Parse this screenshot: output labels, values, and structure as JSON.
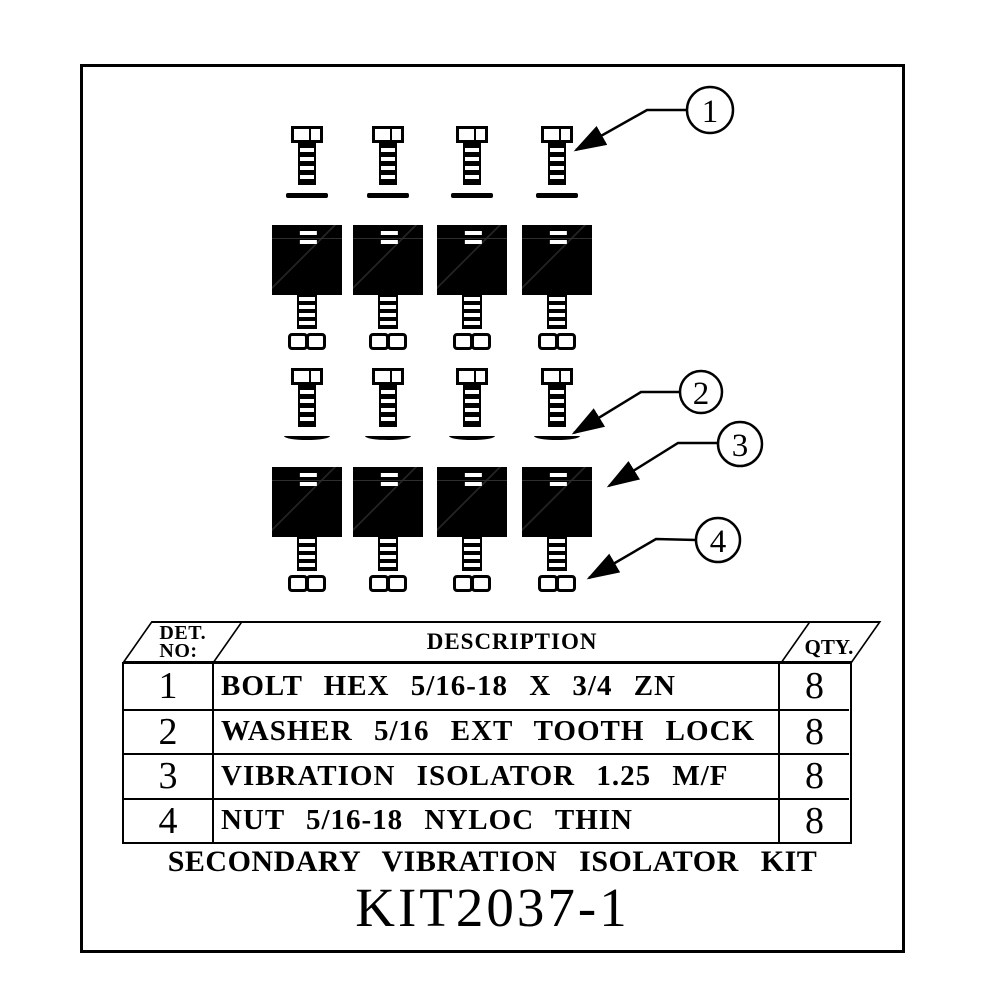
{
  "colors": {
    "ink": "#000000",
    "paper": "#ffffff"
  },
  "callouts": [
    {
      "label": "1"
    },
    {
      "label": "2"
    },
    {
      "label": "3"
    },
    {
      "label": "4"
    }
  ],
  "table": {
    "header": {
      "det_line1": "DET.",
      "det_line2": "NO:",
      "description": "DESCRIPTION",
      "qty": "QTY."
    },
    "rows": [
      {
        "det": "1",
        "description": "BOLT HEX 5/16-18 X 3/4 ZN",
        "qty": "8"
      },
      {
        "det": "2",
        "description": "WASHER 5/16 EXT TOOTH LOCK",
        "qty": "8"
      },
      {
        "det": "3",
        "description": "VIBRATION ISOLATOR 1.25 M/F",
        "qty": "8"
      },
      {
        "det": "4",
        "description": "NUT 5/16-18 NYLOC THIN",
        "qty": "8"
      }
    ]
  },
  "footer": {
    "title": "SECONDARY VIBRATION ISOLATOR KIT",
    "part_number": "KIT2037-1"
  }
}
